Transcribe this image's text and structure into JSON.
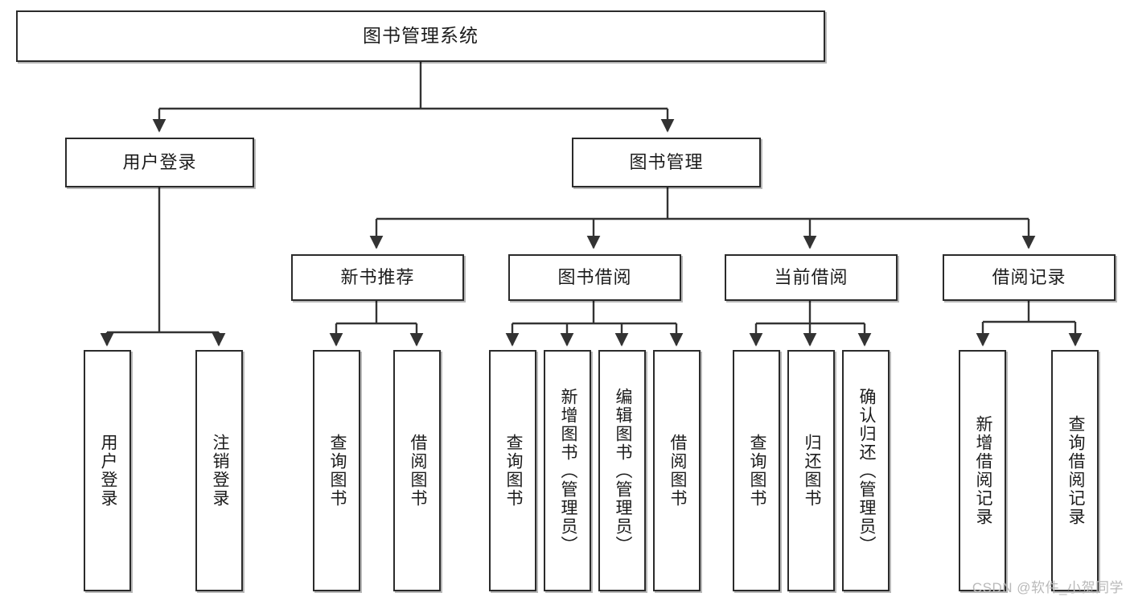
{
  "diagram": {
    "title": "图书管理系统",
    "type": "tree",
    "watermark": "CSDN @软件_小贺同学",
    "colors": {
      "box_border": "#2b2b2b",
      "box_fill": "#ffffff",
      "edge": "#333333",
      "text": "#1c1c1c",
      "watermark": "#b9b9b9",
      "background": "#ffffff"
    },
    "nodes": {
      "root": {
        "label": "图书管理系统"
      },
      "level2": [
        {
          "id": "user-login",
          "label": "用户登录"
        },
        {
          "id": "book-manage",
          "label": "图书管理"
        }
      ],
      "level3": [
        {
          "id": "new-book-recommend",
          "label": "新书推荐"
        },
        {
          "id": "book-borrow",
          "label": "图书借阅"
        },
        {
          "id": "current-borrow",
          "label": "当前借阅"
        },
        {
          "id": "borrow-record",
          "label": "借阅记录"
        }
      ],
      "leaves": {
        "user-login": [
          {
            "id": "leaf-user-login",
            "label": "用户登录"
          },
          {
            "id": "leaf-logout",
            "label": "注销登录"
          }
        ],
        "new-book-recommend": [
          {
            "id": "leaf-query-book-1",
            "label": "查询图书"
          },
          {
            "id": "leaf-borrow-book-1",
            "label": "借阅图书"
          }
        ],
        "book-borrow": [
          {
            "id": "leaf-query-book-2",
            "label": "查询图书"
          },
          {
            "id": "leaf-add-book",
            "label": "新增图书（管理员）"
          },
          {
            "id": "leaf-edit-book",
            "label": "编辑图书（管理员）"
          },
          {
            "id": "leaf-borrow-book-2",
            "label": "借阅图书"
          }
        ],
        "current-borrow": [
          {
            "id": "leaf-query-book-3",
            "label": "查询图书"
          },
          {
            "id": "leaf-return-book",
            "label": "归还图书"
          },
          {
            "id": "leaf-confirm-return",
            "label": "确认归还（管理员）"
          }
        ],
        "borrow-record": [
          {
            "id": "leaf-add-record",
            "label": "新增借阅记录"
          },
          {
            "id": "leaf-query-record",
            "label": "查询借阅记录"
          }
        ]
      }
    }
  }
}
